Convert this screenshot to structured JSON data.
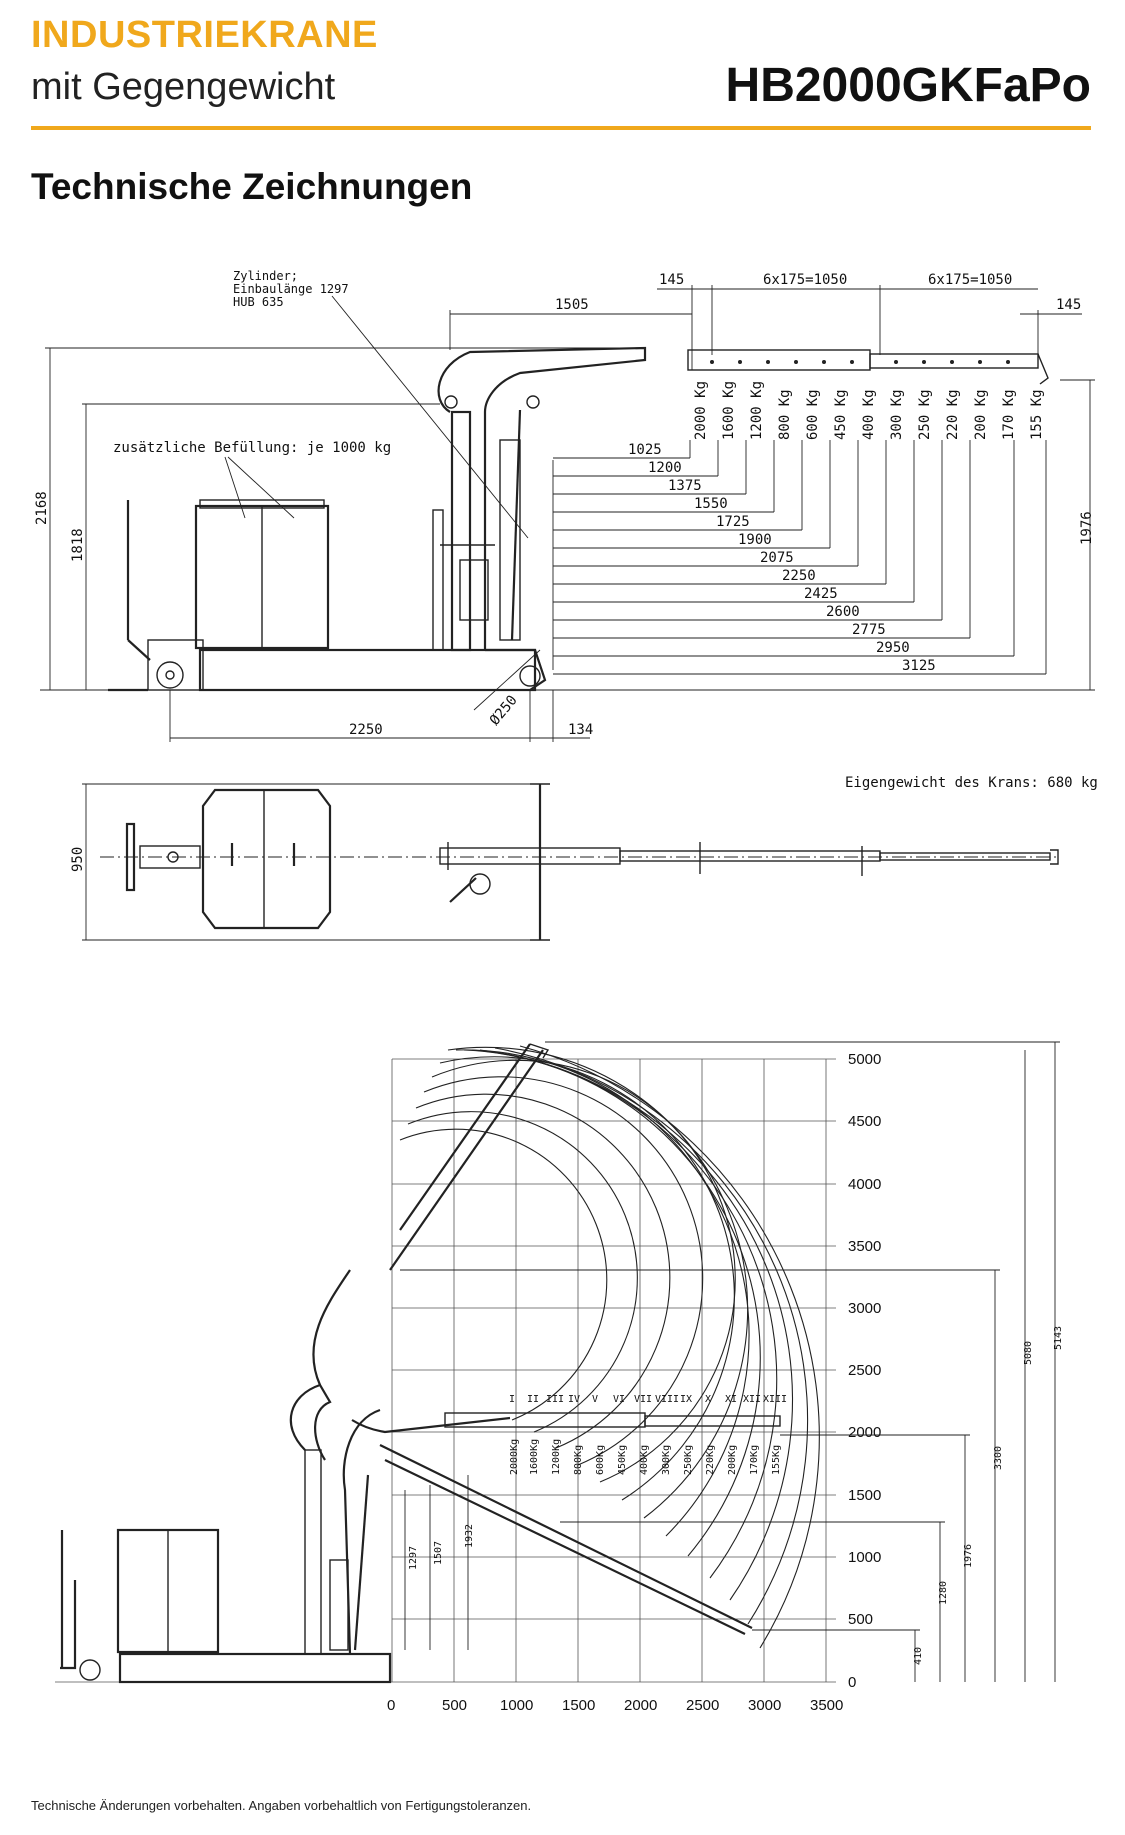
{
  "header": {
    "category": "INDUSTRIEKRANE",
    "subtitle": "mit Gegengewicht",
    "model": "HB2000GKFaPo"
  },
  "section_title": "Technische Zeichnungen",
  "side_view": {
    "cylinder_note": [
      "Zylinder;",
      "Einbaulänge 1297",
      "HUB 635"
    ],
    "fill_note": "zusätzliche Befüllung: je 1000 kg",
    "dim_145_left": "145",
    "dim_steps_a": "6x175=1050",
    "dim_steps_b": "6x175=1050",
    "dim_145_right": "145",
    "dim_1505": "1505",
    "dim_2168": "2168",
    "dim_1818": "1818",
    "dim_1976": "1976",
    "dim_2250": "2250",
    "dim_134": "134",
    "dim_wheel": "Ø250",
    "loads": [
      "2000 Kg",
      "1600 Kg",
      "1200 Kg",
      "800 Kg",
      "600 Kg",
      "450 Kg",
      "400 Kg",
      "300 Kg",
      "250 Kg",
      "220 Kg",
      "200 Kg",
      "170 Kg",
      "155 Kg"
    ],
    "reaches": [
      "1025",
      "1200",
      "1375",
      "1550",
      "1725",
      "1900",
      "2075",
      "2250",
      "2425",
      "2600",
      "2775",
      "2950",
      "3125"
    ]
  },
  "top_view": {
    "dim_950": "950",
    "weight_note": "Eigengewicht des Krans: 680 kg"
  },
  "range_chart": {
    "x_ticks": [
      "0",
      "500",
      "1000",
      "1500",
      "2000",
      "2500",
      "3000",
      "3500"
    ],
    "y_ticks": [
      "5000",
      "4500",
      "4000",
      "3500",
      "3000",
      "2500",
      "2000",
      "1500",
      "1000",
      "500",
      "0"
    ],
    "roman": [
      "I",
      "II",
      "III",
      "IV",
      "V",
      "VI",
      "VII",
      "VIII",
      "IX",
      "X",
      "XI",
      "XII",
      "XIII"
    ],
    "loads": [
      "2000Kg",
      "1600Kg",
      "1200Kg",
      "800Kg",
      "600Kg",
      "450Kg",
      "400Kg",
      "300Kg",
      "250Kg",
      "220Kg",
      "200Kg",
      "170Kg",
      "155Kg"
    ],
    "dim_right": [
      "5143",
      "5080",
      "3300",
      "1976",
      "1280",
      "410"
    ],
    "dim_cyl": [
      "1297",
      "1507",
      "1932"
    ]
  },
  "footer": "Technische Änderungen vorbehalten. Angaben vorbehaltlich von Fertigungstoleranzen."
}
